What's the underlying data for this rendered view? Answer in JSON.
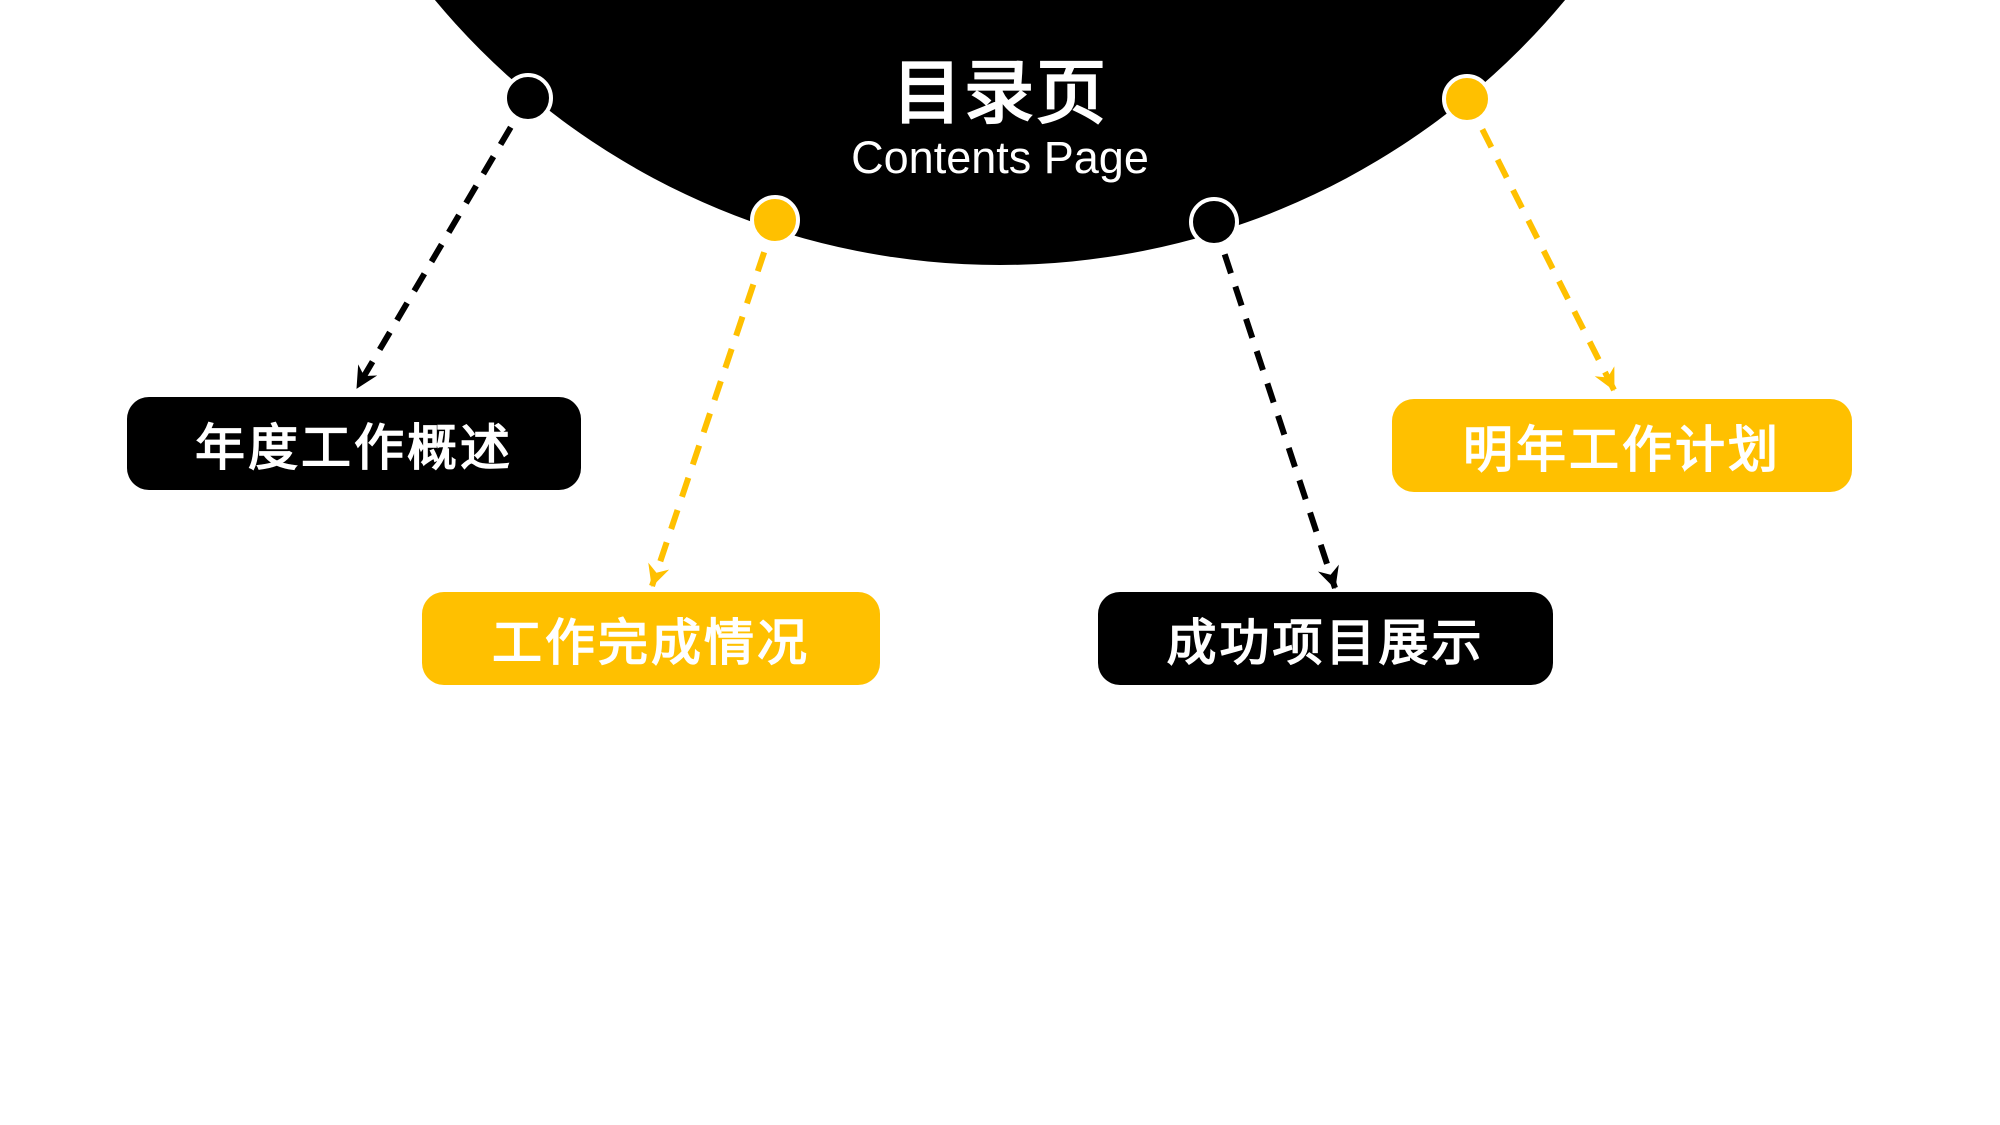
{
  "page": {
    "title": "目录页",
    "subtitle": "Contents Page"
  },
  "colors": {
    "black": "#000000",
    "yellow": "#FFC000",
    "white": "#FFFFFF"
  },
  "items": [
    {
      "label": "年度工作概述",
      "style": "black"
    },
    {
      "label": "工作完成情况",
      "style": "yellow"
    },
    {
      "label": "成功项目展示",
      "style": "black"
    },
    {
      "label": "明年工作计划",
      "style": "yellow"
    }
  ]
}
